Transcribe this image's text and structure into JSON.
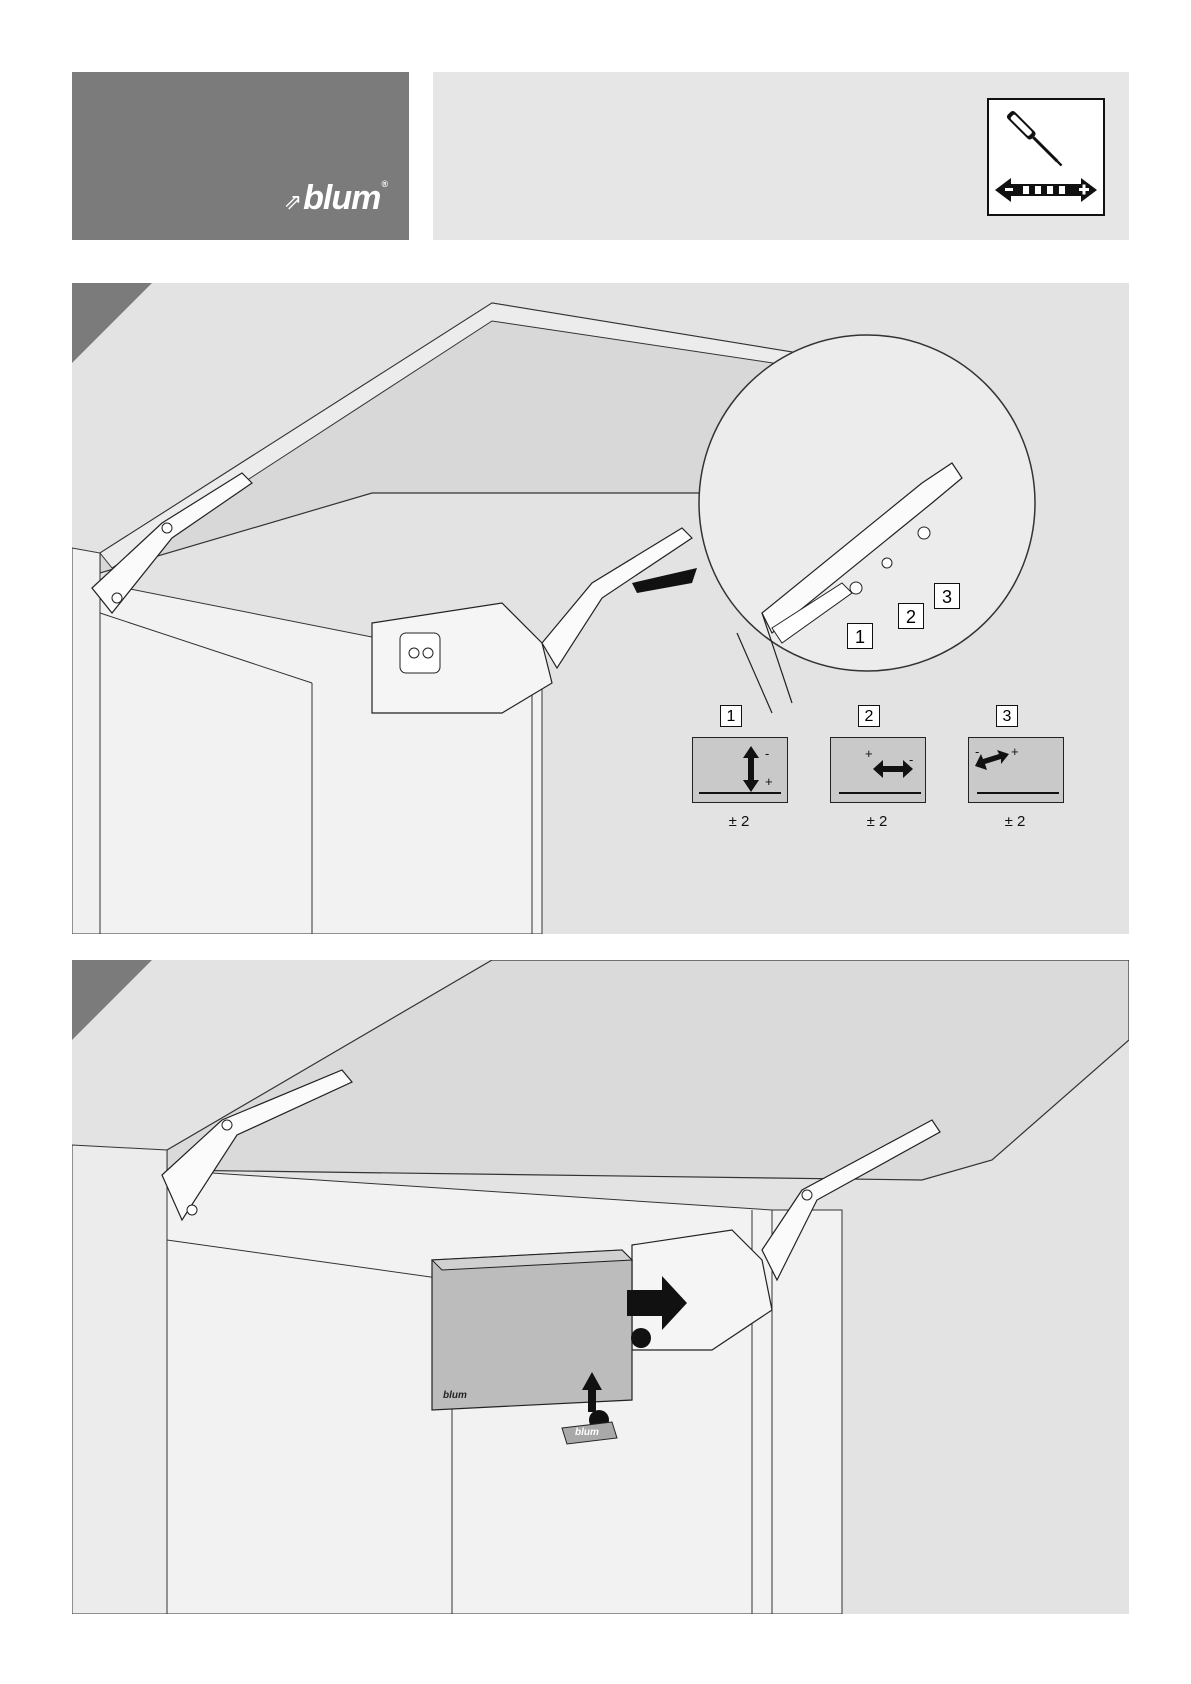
{
  "header": {
    "brand": {
      "logo_text": "blum",
      "registered": "®"
    },
    "tool_icon": "screwdriver-adjust-icon"
  },
  "panel_1": {
    "callouts": [
      "1",
      "2",
      "3"
    ],
    "settings": [
      {
        "number": "1",
        "plus": "+",
        "minus": "-",
        "range": "± 2",
        "icon": "vertical-arrow-icon"
      },
      {
        "number": "2",
        "plus": "+",
        "minus": "-",
        "range": "± 2",
        "icon": "horizontal-arrow-icon"
      },
      {
        "number": "3",
        "plus": "+",
        "minus": "-",
        "range": "± 2",
        "icon": "depth-arrow-icon"
      }
    ]
  },
  "panel_2": {
    "cover_logo": "blum",
    "cap_logo": "blum",
    "step_icons": [
      "arrow-right-icon",
      "arrow-up-icon"
    ]
  }
}
